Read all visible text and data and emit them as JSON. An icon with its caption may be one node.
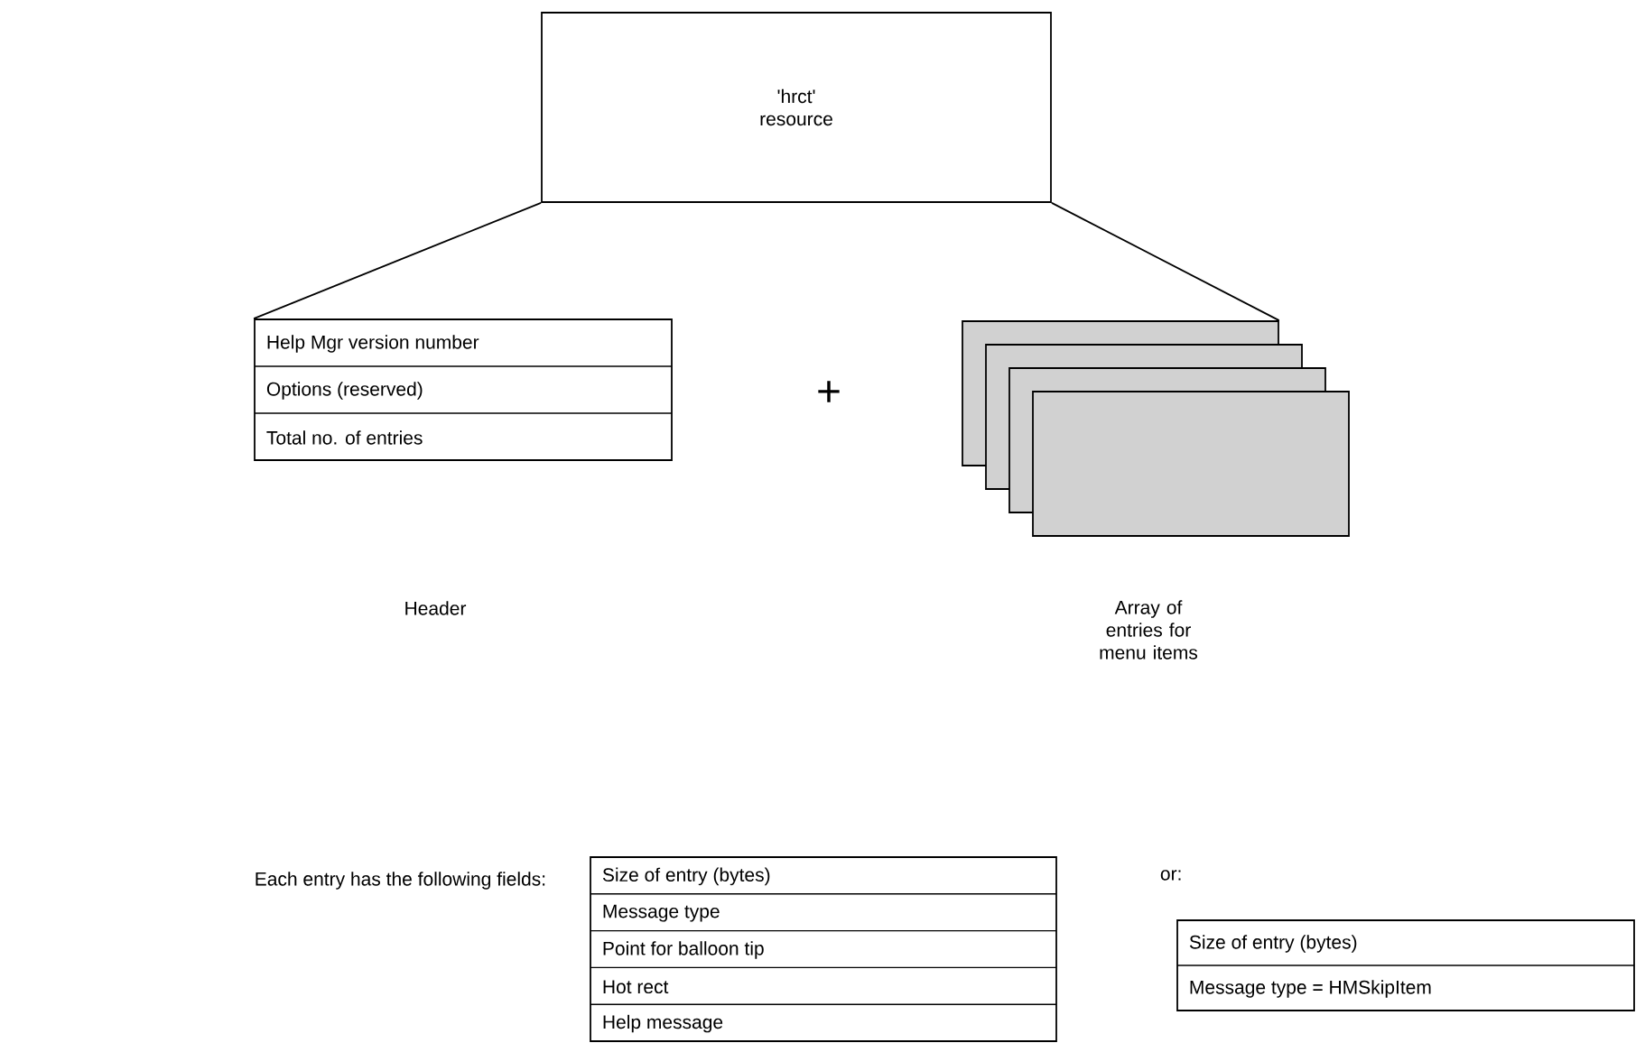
{
  "diagram": {
    "nodes": [
      {
        "text": [
          "'hrct' resource"
        ]
      },
      {
        "text": [
          "Help Mgr version number",
          "Options (reserved)",
          "Total no. of entries"
        ]
      },
      {
        "text": [],
        "shape": "box"
      },
      {
        "text": [
          "Size of entry (bytes)",
          "Message type",
          "Point for balloon tip",
          "Hot rect",
          "Help message"
        ]
      },
      {
        "text": [
          "Size of entry (bytes)",
          "Message type = HMSkipItem"
        ]
      }
    ],
    "edges": [
      {
        "from": 0,
        "to": 1,
        "arrow": "none"
      },
      {
        "from": 0,
        "to": 2,
        "arrow": "none"
      }
    ],
    "labels": [
      "+",
      "Header",
      "Array of entries for menu items",
      "Each entry has the following fields:",
      "or:"
    ]
  }
}
